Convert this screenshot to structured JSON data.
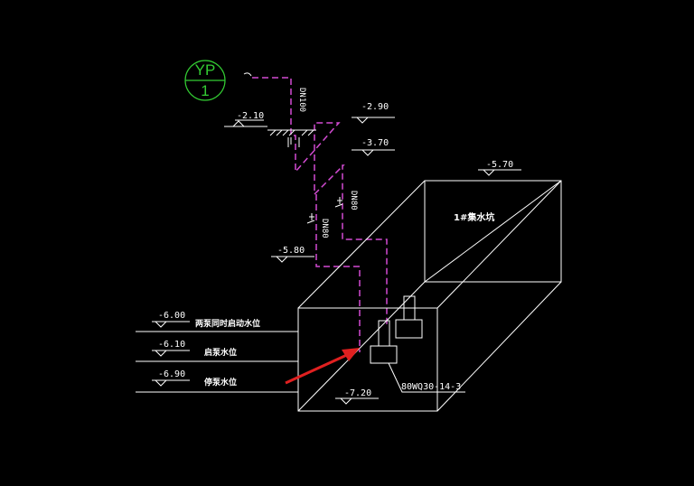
{
  "colors": {
    "background": "#000000",
    "line": "#ffffff",
    "pipe": "#d24bd2",
    "tag": "#33cc33",
    "arrow": "#e02020"
  },
  "tag": {
    "top": "YP",
    "bottom": "1"
  },
  "pipe_labels": {
    "main": "DN100",
    "left": "DN80",
    "right": "DN80"
  },
  "elevations": {
    "e1": "-2.10",
    "e2": "-2.90",
    "e3": "-3.70",
    "e4": "-5.70",
    "e5": "-5.80",
    "e6": "-6.00",
    "e7": "-6.10",
    "e8": "-6.90",
    "e9": "-7.20"
  },
  "level_labels": {
    "l1": "两泵同时启动水位",
    "l2": "启泵水位",
    "l3": "停泵水位"
  },
  "pit_label": "1#集水坑",
  "pump_model": "80WQ30-14-3"
}
